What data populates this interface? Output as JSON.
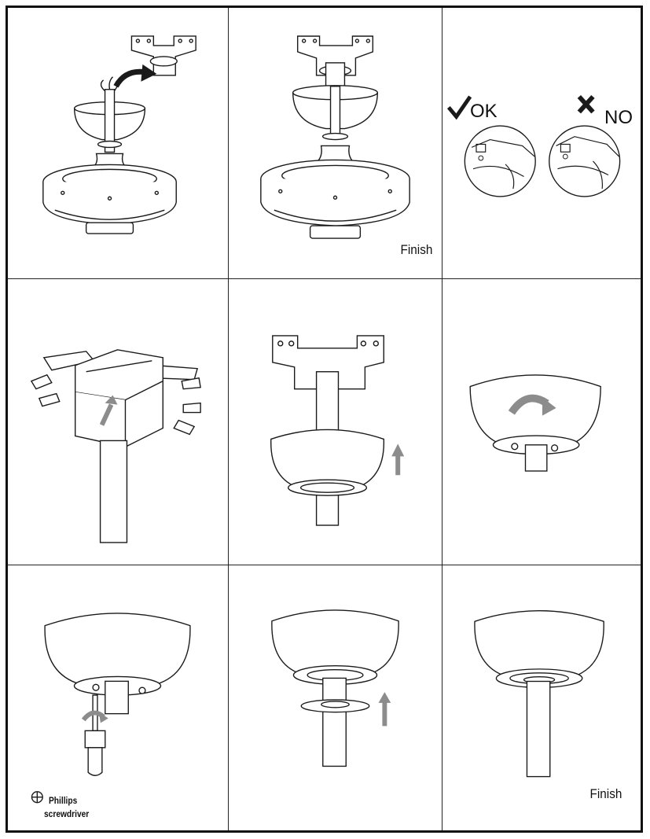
{
  "panels": {
    "p3": {
      "ok_label": "OK",
      "no_label": "NO"
    },
    "p2": {
      "finish_label": "Finish"
    },
    "p7": {
      "tool_name": "Phillips",
      "tool_type": "screwdriver",
      "tool_icon": "phillips-head-icon"
    },
    "p9": {
      "finish_label": "Finish"
    }
  },
  "colors": {
    "line": "#1a1a1a",
    "arrow": "#8c8c8c",
    "fill": "#ffffff"
  }
}
